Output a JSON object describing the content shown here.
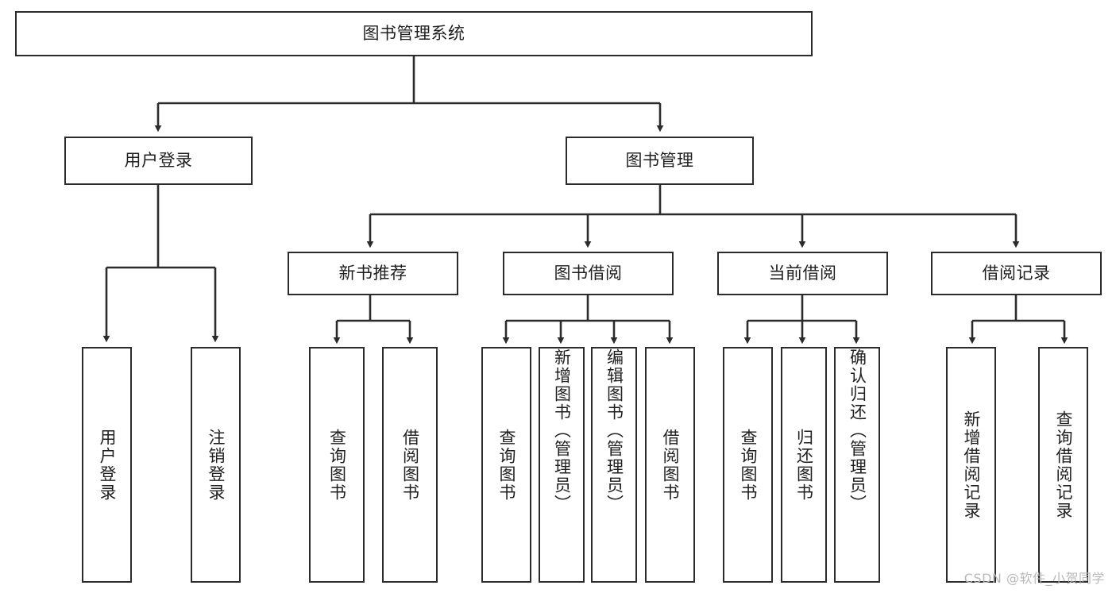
{
  "diagram": {
    "type": "tree-hierarchy",
    "title": "图书管理系统",
    "watermark": "CSDN @软件_小贺同学",
    "colors": {
      "box_border": "#2b2b2b",
      "box_fill": "#ffffff",
      "connector": "#2b2b2b",
      "text": "#1f1f1f",
      "watermark": "#b9b9b9",
      "background": "#ffffff"
    },
    "root": {
      "id": "root",
      "label": "图书管理系统",
      "orientation": "horizontal"
    },
    "level2": [
      {
        "id": "user-login",
        "label": "用户登录",
        "orientation": "horizontal"
      },
      {
        "id": "book-management",
        "label": "图书管理",
        "orientation": "horizontal"
      }
    ],
    "level3": [
      {
        "id": "new-book-recommend",
        "label": "新书推荐",
        "orientation": "horizontal",
        "parent": "book-management"
      },
      {
        "id": "book-borrow",
        "label": "图书借阅",
        "orientation": "horizontal",
        "parent": "book-management"
      },
      {
        "id": "current-borrow",
        "label": "当前借阅",
        "orientation": "horizontal",
        "parent": "book-management"
      },
      {
        "id": "borrow-record",
        "label": "借阅记录",
        "orientation": "horizontal",
        "parent": "book-management"
      }
    ],
    "leaves": [
      {
        "id": "leaf-user-login",
        "label": "用户登录",
        "parent": "user-login",
        "orientation": "vertical"
      },
      {
        "id": "leaf-user-logout",
        "label": "注销登录",
        "parent": "user-login",
        "orientation": "vertical"
      },
      {
        "id": "leaf-query-book-1",
        "label": "查询图书",
        "parent": "new-book-recommend",
        "orientation": "vertical"
      },
      {
        "id": "leaf-borrow-book-1",
        "label": "借阅图书",
        "parent": "new-book-recommend",
        "orientation": "vertical"
      },
      {
        "id": "leaf-query-book-2",
        "label": "查询图书",
        "parent": "book-borrow",
        "orientation": "vertical"
      },
      {
        "id": "leaf-add-book",
        "label": "新增图书（管理员）",
        "parent": "book-borrow",
        "orientation": "vertical"
      },
      {
        "id": "leaf-edit-book",
        "label": "编辑图书（管理员）",
        "parent": "book-borrow",
        "orientation": "vertical"
      },
      {
        "id": "leaf-borrow-book-2",
        "label": "借阅图书",
        "parent": "book-borrow",
        "orientation": "vertical"
      },
      {
        "id": "leaf-query-book-3",
        "label": "查询图书",
        "parent": "current-borrow",
        "orientation": "vertical"
      },
      {
        "id": "leaf-return-book",
        "label": "归还图书",
        "parent": "current-borrow",
        "orientation": "vertical"
      },
      {
        "id": "leaf-confirm-return",
        "label": "确认归还（管理员）",
        "parent": "current-borrow",
        "orientation": "vertical"
      },
      {
        "id": "leaf-add-record",
        "label": "新增借阅记录",
        "parent": "borrow-record",
        "orientation": "vertical"
      },
      {
        "id": "leaf-query-record",
        "label": "查询借阅记录",
        "parent": "borrow-record",
        "orientation": "vertical"
      }
    ]
  }
}
